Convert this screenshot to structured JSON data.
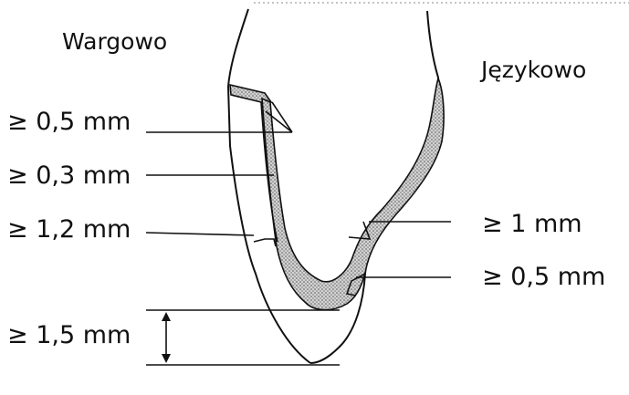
{
  "labels": {
    "side_left": "Wargowo",
    "side_right": "Językowo",
    "m1": "≥ 0,5 mm",
    "m2": "≥ 0,3 mm",
    "m3": "≥ 1,2 mm",
    "m4": "≥ 1,5 mm",
    "m5": "≥ 1 mm",
    "m6": "≥ 0,5 mm"
  },
  "colors": {
    "outline": "#111111",
    "stipple": "#b9b9b9",
    "background": "#ffffff"
  }
}
